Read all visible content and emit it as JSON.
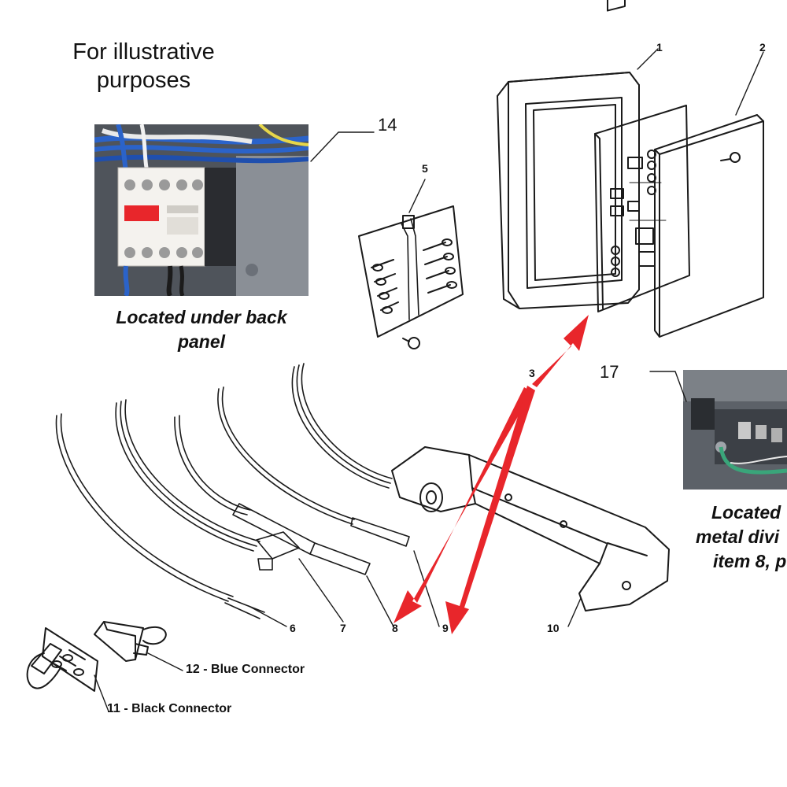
{
  "header": {
    "title_line1": "For illustrative",
    "title_line2": "purposes"
  },
  "photos": {
    "contactor": {
      "caption_line1": "Located under back",
      "caption_line2": "panel",
      "label": "14"
    },
    "ground_strap": {
      "caption_line1": "Located",
      "caption_line2": "metal divi",
      "caption_line3": "item 8, p",
      "label": "17"
    }
  },
  "callouts": {
    "c1": "1",
    "c2": "2",
    "c3": "3",
    "c5": "5",
    "c6": "6",
    "c7": "7",
    "c8": "8",
    "c9": "9",
    "c10": "10"
  },
  "connectors": {
    "blue": "12 - Blue Connector",
    "black": "11 - Black Connector"
  },
  "colors": {
    "arrow": "#e8262b",
    "line": "#1a1a1a",
    "panel_bg": "#5a5f66",
    "contactor_body": "#f4f2ee",
    "contactor_red": "#e8262b",
    "ground_wire": "#3aa57a"
  }
}
